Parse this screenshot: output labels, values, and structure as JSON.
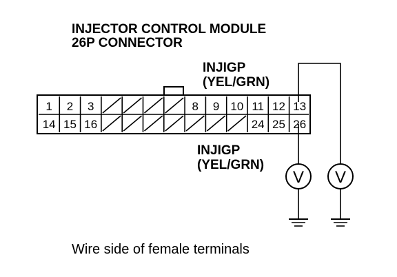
{
  "title": {
    "line1": "INJECTOR CONTROL MODULE",
    "line2": "26P CONNECTOR"
  },
  "probe_top": {
    "name": "INJIGP",
    "wire": "(YEL/GRN)"
  },
  "probe_bottom": {
    "name": "INJIGP",
    "wire": "(YEL/GRN)"
  },
  "connector": {
    "top_row": [
      "1",
      "2",
      "3",
      "",
      "",
      "",
      "",
      "8",
      "9",
      "10",
      "11",
      "12",
      "13"
    ],
    "bottom_row": [
      "14",
      "15",
      "16",
      "",
      "",
      "",
      "",
      "",
      "",
      "",
      "24",
      "25",
      "26"
    ]
  },
  "meters": [
    {
      "symbol": "V"
    },
    {
      "symbol": "V"
    }
  ],
  "caption": "Wire side of female terminals"
}
